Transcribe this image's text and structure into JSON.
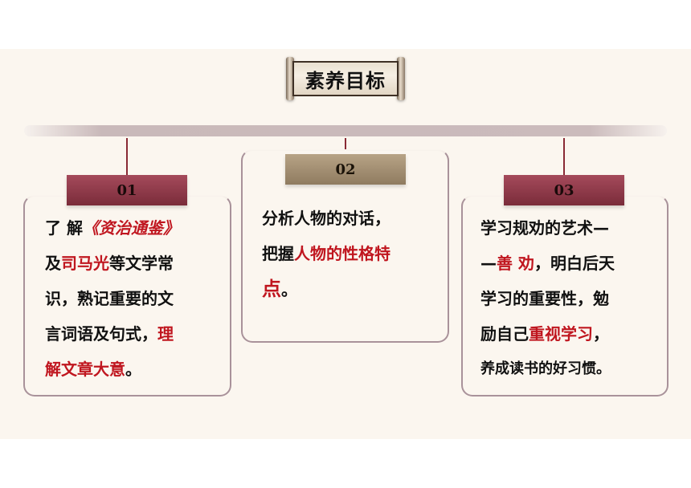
{
  "title": "素养目标",
  "goals": [
    {
      "number": "01",
      "lines": [
        {
          "parts": [
            "了 解",
            "《资治通鉴》"
          ]
        },
        {
          "parts": [
            "及",
            "司马光",
            "等文学常"
          ]
        },
        {
          "parts": [
            "识，熟记重要的文"
          ]
        },
        {
          "parts": [
            "言词语及句式，",
            "理"
          ]
        },
        {
          "parts": [
            "解文章大意",
            "。"
          ]
        }
      ]
    },
    {
      "number": "02",
      "lines": [
        {
          "parts": [
            "分析人物的对话，"
          ]
        },
        {
          "parts": [
            "把握",
            "人物的性格特"
          ]
        },
        {
          "parts": [
            "点",
            "。"
          ]
        }
      ]
    },
    {
      "number": "03",
      "lines": [
        {
          "parts": [
            "学习规劝的艺术—"
          ]
        },
        {
          "parts": [
            "—",
            "善 劝",
            "，明白后天"
          ]
        },
        {
          "parts": [
            "学习的重要性，勉"
          ]
        },
        {
          "parts": [
            "励自己",
            "重视学习",
            "，"
          ]
        },
        {
          "parts": [
            "养成读书的好习惯。"
          ]
        }
      ]
    }
  ],
  "colors": {
    "highlight": "#c0161f",
    "tag_red": "#8e3a49",
    "tag_tan": "#a18e72",
    "bar": "#c9b9ba",
    "background": "#fbf6ef"
  }
}
